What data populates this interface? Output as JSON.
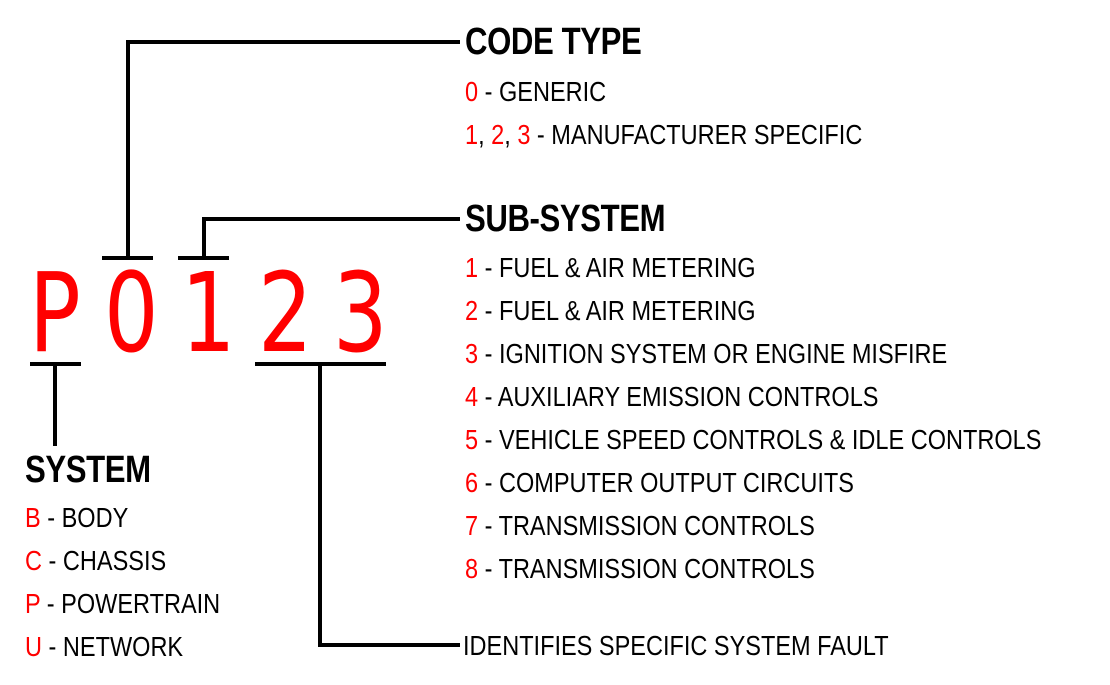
{
  "colors": {
    "accent": "#ff0000",
    "text": "#000000",
    "background": "#ffffff"
  },
  "code": {
    "characters": [
      "P",
      "0",
      "1",
      "2",
      "3"
    ]
  },
  "code_type": {
    "title": "CODE TYPE",
    "items": [
      {
        "key": "0",
        "desc": "GENERIC"
      },
      {
        "keys": [
          "1",
          "2",
          "3"
        ],
        "desc": "MANUFACTURER SPECIFIC"
      }
    ]
  },
  "sub_system": {
    "title": "SUB-SYSTEM",
    "items": [
      {
        "key": "1",
        "desc": "FUEL & AIR METERING"
      },
      {
        "key": "2",
        "desc": "FUEL & AIR METERING"
      },
      {
        "key": "3",
        "desc": "IGNITION SYSTEM OR ENGINE MISFIRE"
      },
      {
        "key": "4",
        "desc": "AUXILIARY EMISSION CONTROLS"
      },
      {
        "key": "5",
        "desc": "VEHICLE SPEED CONTROLS & IDLE CONTROLS"
      },
      {
        "key": "6",
        "desc": "COMPUTER OUTPUT CIRCUITS"
      },
      {
        "key": "7",
        "desc": "TRANSMISSION CONTROLS"
      },
      {
        "key": "8",
        "desc": "TRANSMISSION CONTROLS"
      }
    ]
  },
  "system": {
    "title": "SYSTEM",
    "items": [
      {
        "key": "B",
        "desc": "BODY"
      },
      {
        "key": "C",
        "desc": "CHASSIS"
      },
      {
        "key": "P",
        "desc": "POWERTRAIN"
      },
      {
        "key": "U",
        "desc": "NETWORK"
      }
    ]
  },
  "fault": {
    "label": "IDENTIFIES SPECIFIC SYSTEM FAULT"
  },
  "separator": " - ",
  "comma": ", "
}
